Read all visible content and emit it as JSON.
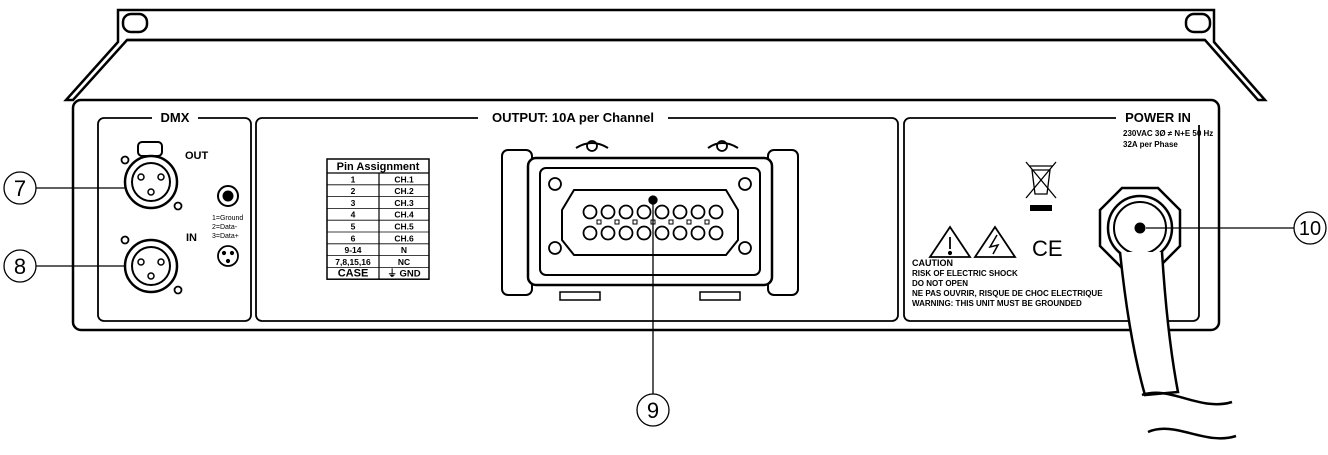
{
  "sections": {
    "dmx": "DMX",
    "output": "OUTPUT: 10A per Channel",
    "power_in": "POWER IN"
  },
  "dmx": {
    "out_label": "OUT",
    "in_label": "IN",
    "pinout": [
      "1=Ground",
      "2=Data-",
      "3=Data+"
    ]
  },
  "pin_table": {
    "title": "Pin Assignment",
    "rows": [
      [
        "1",
        "CH.1"
      ],
      [
        "2",
        "CH.2"
      ],
      [
        "3",
        "CH.3"
      ],
      [
        "4",
        "CH.4"
      ],
      [
        "5",
        "CH.5"
      ],
      [
        "6",
        "CH.6"
      ],
      [
        "9-14",
        "N"
      ],
      [
        "7,8,15,16",
        "NC"
      ],
      [
        "CASE",
        "⏚ GND"
      ]
    ]
  },
  "power": {
    "spec_line1": "230VAC 3Ø ≠ N+E 50 Hz",
    "spec_line2": "32A per Phase",
    "ce_mark": "CE",
    "warnings": [
      "CAUTION",
      "RISK OF ELECTRIC SHOCK",
      "DO NOT OPEN",
      "NE PAS OUVRIR, RISQUE DE CHOC ELECTRIQUE",
      "WARNING: THIS UNIT MUST BE GROUNDED"
    ]
  },
  "callouts": [
    "7",
    "8",
    "9",
    "10"
  ],
  "icons": {
    "weee": "crossed-out-bin-icon",
    "caution": "warning-triangle-icon",
    "shock": "electric-shock-icon"
  }
}
